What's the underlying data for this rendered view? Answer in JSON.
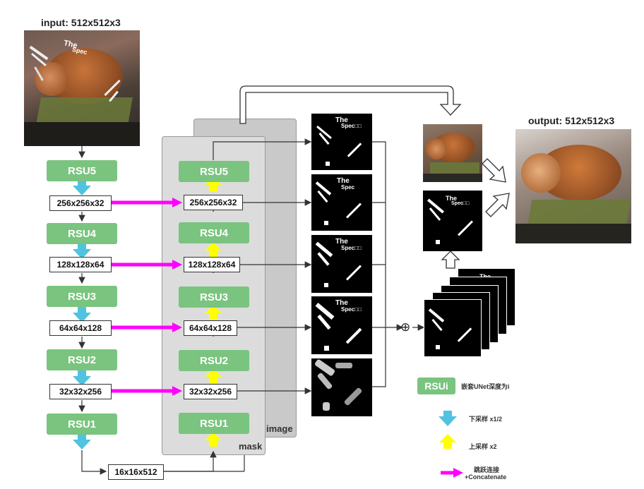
{
  "input_title": "input: 512x512x3",
  "output_title": "output: 512x512x3",
  "encoder": {
    "blocks": [
      "RSU5",
      "RSU4",
      "RSU3",
      "RSU2",
      "RSU1"
    ],
    "dims": [
      "256x256x32",
      "128x128x64",
      "64x64x128",
      "32x32x256"
    ]
  },
  "bottleneck": "16x16x512",
  "decoder": {
    "blocks": [
      "RSU5",
      "RSU4",
      "RSU3",
      "RSU2",
      "RSU1"
    ],
    "dims": [
      "256x256x32",
      "128x128x64",
      "64x64x128",
      "32x32x256"
    ]
  },
  "panel_labels": {
    "mask": "mask",
    "image": "image"
  },
  "photo_text": {
    "cover_the": "The",
    "cover_spec": "Spec"
  },
  "mask_text": {
    "the": "The",
    "spec": "Spec",
    "spec_boxes": "Spec□□"
  },
  "concat_symbol": "⊕",
  "legend": {
    "rsu_label": "RSUi",
    "rsu_desc": "嵌套UNet深度为i",
    "down": "下采样 x1/2",
    "up": "上采样 x2",
    "skip_line1": "跳跃连接",
    "skip_line2": "+Concatenate"
  },
  "colors": {
    "rsu_green": "#7ac47f",
    "down_arrow": "#4fc3e0",
    "up_arrow": "#ffff00",
    "skip_arrow": "#ff00ff",
    "panel_gray": "#d8d8d8"
  }
}
